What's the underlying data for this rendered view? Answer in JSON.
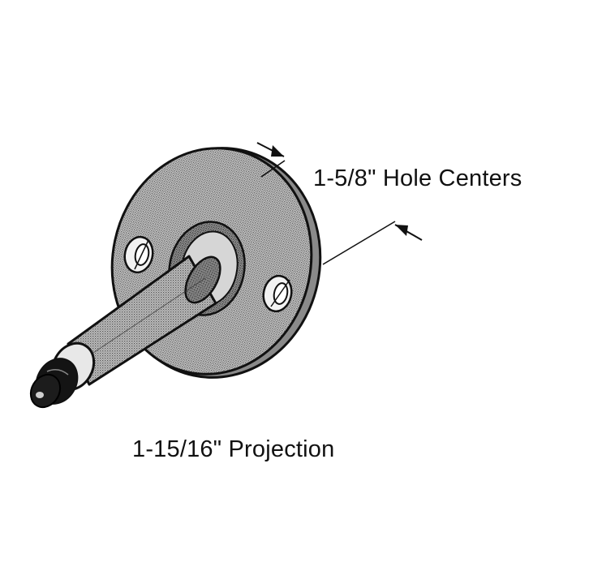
{
  "diagram": {
    "labels": {
      "hole_centers": "1-5/8\" Hole Centers",
      "projection": "1-15/16\" Projection"
    },
    "colors": {
      "background": "#ffffff",
      "ink": "#111111",
      "stipple": "#555555",
      "fill": "#b9b9b9"
    },
    "parts": [
      "mounting-plate",
      "screw-hole",
      "post",
      "tip-cap"
    ]
  }
}
